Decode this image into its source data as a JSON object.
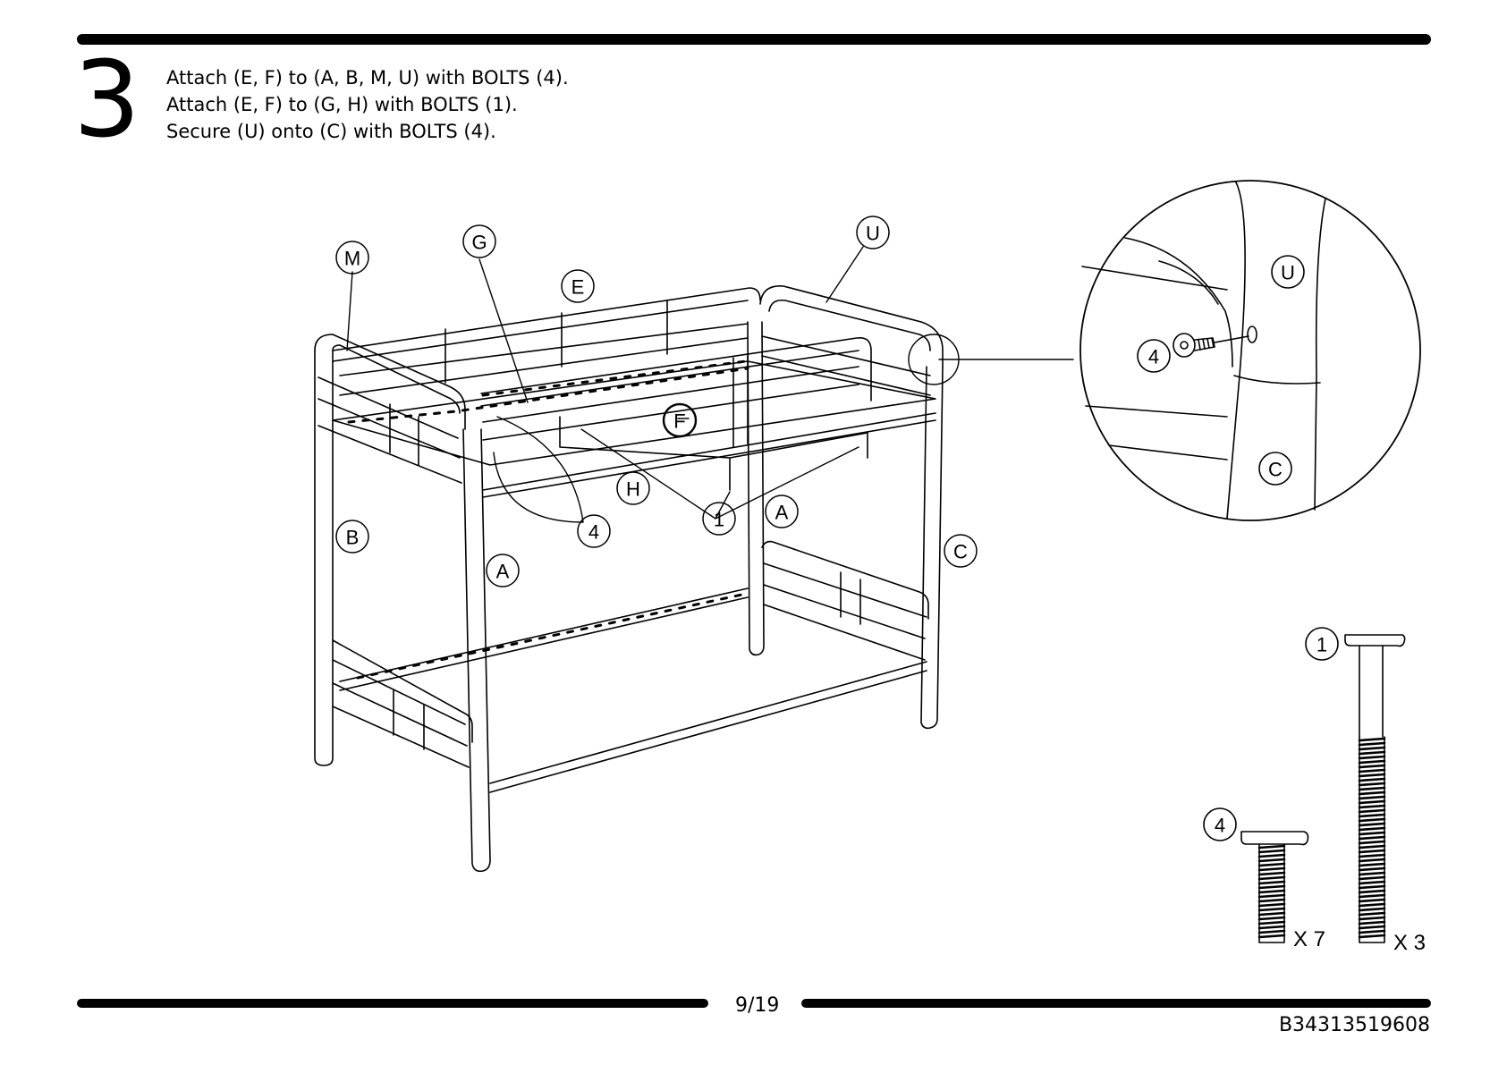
{
  "step": {
    "number": "3",
    "lines": [
      "Attach (E, F) to (A, B, M, U) with BOLTS (4).",
      "Attach (E, F) to (G, H) with BOLTS (1).",
      "Secure (U) onto (C) with BOLTS (4)."
    ]
  },
  "callouts": {
    "M": "M",
    "G": "G",
    "E": "E",
    "U": "U",
    "F": "F",
    "H": "H",
    "B": "B",
    "A": "A",
    "C": "C",
    "bolt_1": "1",
    "bolt_4": "4"
  },
  "detail": {
    "U": "U",
    "C": "C",
    "bolt_4": "4"
  },
  "hardware": [
    {
      "id": "1",
      "quantity": "X 3"
    },
    {
      "id": "4",
      "quantity": "X 7"
    }
  ],
  "footer": {
    "page": "9/19",
    "code": "B34313519608"
  }
}
